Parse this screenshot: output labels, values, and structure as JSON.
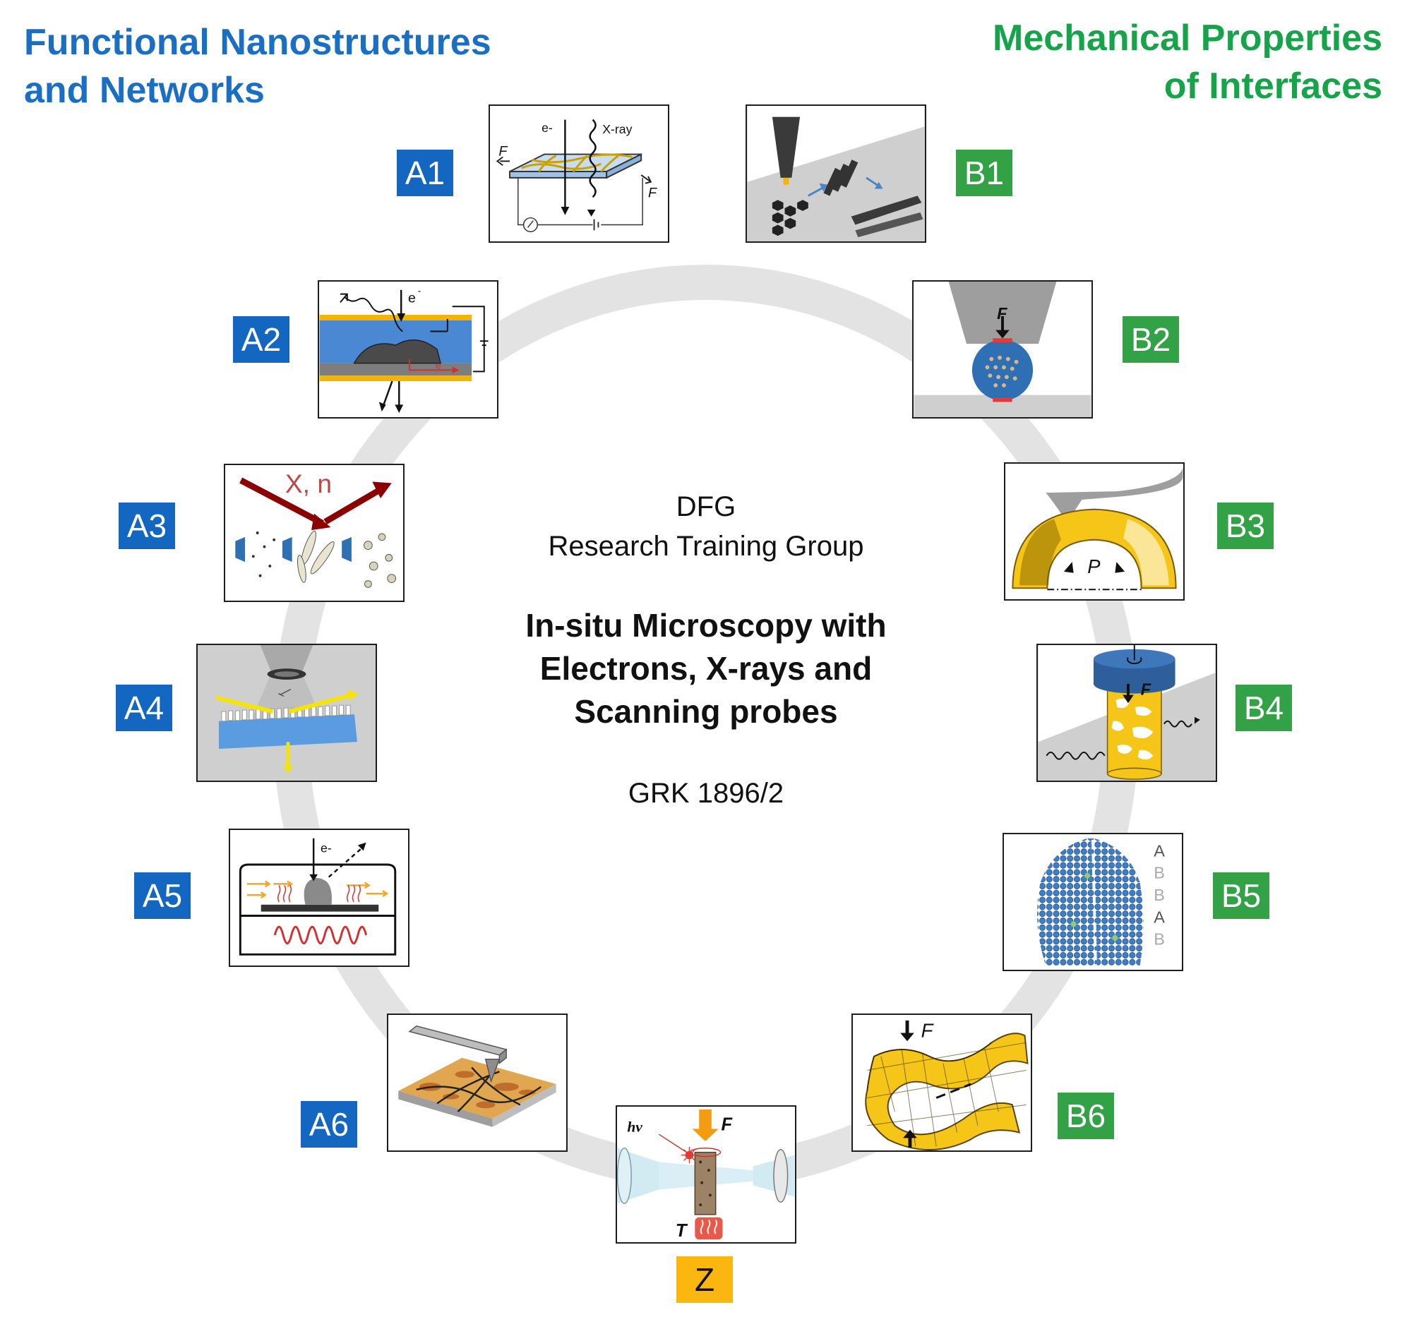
{
  "headings": {
    "left": [
      "Functional Nanostructures",
      "and Networks"
    ],
    "right": [
      "Mechanical Properties",
      "of Interfaces"
    ]
  },
  "center": {
    "org": [
      "DFG",
      "Research Training Group"
    ],
    "title": [
      "In-situ Microscopy with",
      "Electrons, X-rays and",
      "Scanning probes"
    ],
    "code": "GRK 1896/2"
  },
  "projects": {
    "A1": "A1",
    "A2": "A2",
    "A3": "A3",
    "A4": "A4",
    "A5": "A5",
    "A6": "A6",
    "B1": "B1",
    "B2": "B2",
    "B3": "B3",
    "B4": "B4",
    "B5": "B5",
    "B6": "B6",
    "Z": "Z"
  },
  "diagram_text": {
    "a1_e": "e-",
    "a1_xray": "X-ray",
    "a1_f1": "F",
    "a1_f2": "F",
    "a2_e": "e",
    "a2_e_sup": "-",
    "a2_e_red": "e",
    "a3_xn": "X, n",
    "a5_e": "e-",
    "b2_f": "F",
    "b3_p": "P",
    "b4_f": "F",
    "b5_stack": [
      "A",
      "B",
      "B",
      "A",
      "B"
    ],
    "b6_f": "F",
    "z_hv": "hν",
    "z_f": "F",
    "z_t": "T"
  },
  "colors": {
    "group_a": "#1467c1",
    "group_b": "#33a146",
    "group_z": "#fbb710",
    "heading_a": "#1a6fc4",
    "heading_b": "#16a34a",
    "ring": "#e3e3e3"
  }
}
